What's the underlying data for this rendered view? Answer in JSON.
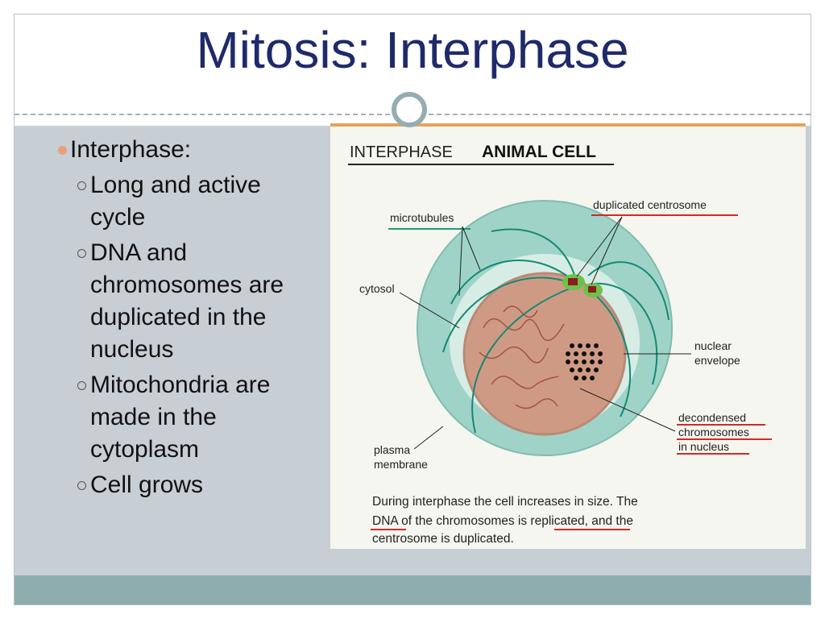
{
  "title": "Mitosis: Interphase",
  "bullets": {
    "main": "Interphase:",
    "items": [
      "Long and active cycle",
      "DNA and chromosomes are duplicated in the nucleus",
      "Mitochondria are made in the cytoplasm",
      "Cell grows"
    ]
  },
  "figure": {
    "heading_left": "INTERPHASE",
    "heading_right": "ANIMAL CELL",
    "labels": {
      "microtubules": "microtubules",
      "duplicated_centrosome": "duplicated centrosome",
      "cytosol": "cytosol",
      "nuclear_envelope_1": "nuclear",
      "nuclear_envelope_2": "envelope",
      "decondensed_1": "decondensed",
      "decondensed_2": "chromosomes",
      "decondensed_3": "in nucleus",
      "plasma_1": "plasma",
      "plasma_2": "membrane"
    },
    "caption_line1": "During interphase the cell increases in size. The",
    "caption_line2_a": "DNA",
    "caption_line2_b": " of the chromosomes is ",
    "caption_line2_c": "replicated",
    "caption_line2_d": ", and the",
    "caption_line3": "centrosome is duplicated."
  },
  "colors": {
    "title": "#1f2a6b",
    "band": "#c7cfd4",
    "footer": "#8eadae",
    "cell": "#9fd3c8",
    "nucleus": "#d59a84",
    "underline_red": "#d02a2a",
    "underline_green": "#1a9d7a"
  }
}
